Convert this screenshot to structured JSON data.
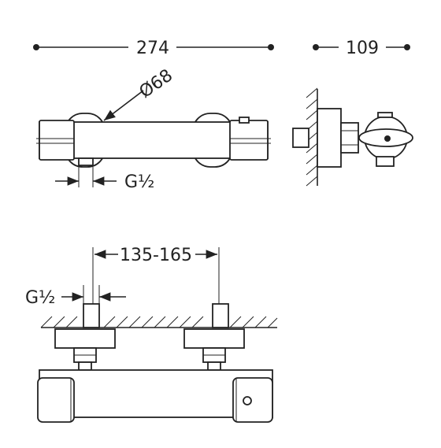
{
  "dimensions": {
    "overall_width": "274",
    "overall_depth": "109",
    "diameter": "Ø68",
    "thread_top": "G½",
    "center_distance": "135-165",
    "thread_bottom": "G½"
  },
  "colors": {
    "line": "#222222",
    "background": "#ffffff"
  }
}
